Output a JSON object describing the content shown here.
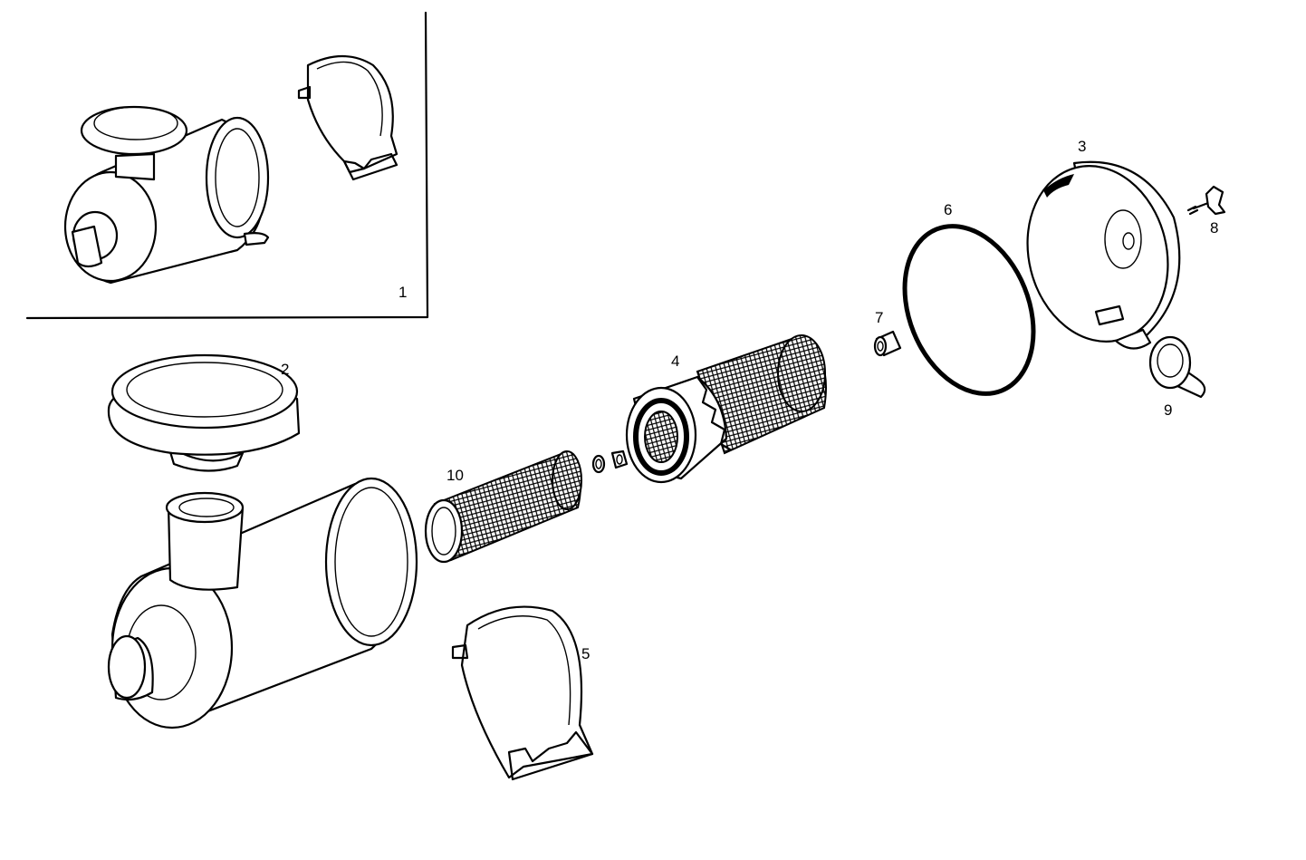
{
  "diagram": {
    "inset_label": "1",
    "parts": [
      {
        "id": "part-2",
        "label": "2"
      },
      {
        "id": "part-3",
        "label": "3"
      },
      {
        "id": "part-4",
        "label": "4"
      },
      {
        "id": "part-5",
        "label": "5"
      },
      {
        "id": "part-6",
        "label": "6"
      },
      {
        "id": "part-7",
        "label": "7"
      },
      {
        "id": "part-8",
        "label": "8"
      },
      {
        "id": "part-9",
        "label": "9"
      },
      {
        "id": "part-10",
        "label": "10"
      }
    ],
    "colors": {
      "ink": "#000000",
      "paper": "#ffffff"
    }
  }
}
